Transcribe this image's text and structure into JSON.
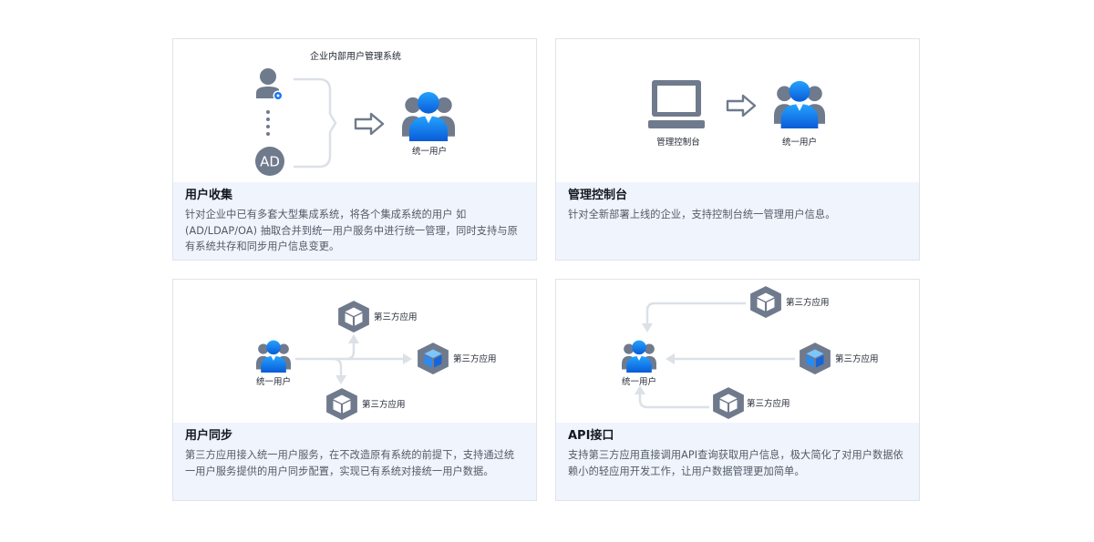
{
  "cards": [
    {
      "title": "用户收集",
      "desc": "针对企业中已有多套大型集成系统，将各个集成系统的用户 如(AD/LDAP/OA) 抽取合并到统一用户服务中进行统一管理，同时支持与原有系统共存和同步用户信息变更。",
      "diagram": {
        "system_label": "企业内部用户管理系统",
        "ad_label": "AD",
        "user_label": "统一用户"
      }
    },
    {
      "title": "管理控制台",
      "desc": "针对全新部署上线的企业，支持控制台统一管理用户信息。",
      "diagram": {
        "console_label": "管理控制台",
        "user_label": "统一用户"
      }
    },
    {
      "title": "用户同步",
      "desc": "第三方应用接入统一用户服务，在不改造原有系统的前提下，支持通过统一用户服务提供的用户同步配置，实现已有系统对接统一用户数据。",
      "diagram": {
        "user_label": "统一用户",
        "app_top": "第三方应用",
        "app_right": "第三方应用",
        "app_bottom": "第三方应用"
      }
    },
    {
      "title": "API接口",
      "desc": "支持第三方应用直接调用API查询获取用户信息，极大简化了对用户数据依赖小的轻应用开发工作，让用户数据管理更加简单。",
      "diagram": {
        "user_label": "统一用户",
        "app_top": "第三方应用",
        "app_middle": "第三方应用",
        "app_bottom": "第三方应用"
      }
    }
  ],
  "colors": {
    "icon_gray": "#6f7a8d",
    "icon_blue": "#1677f0",
    "arrow_light": "#dce0e7",
    "panel_bg": "#f0f4fd"
  }
}
